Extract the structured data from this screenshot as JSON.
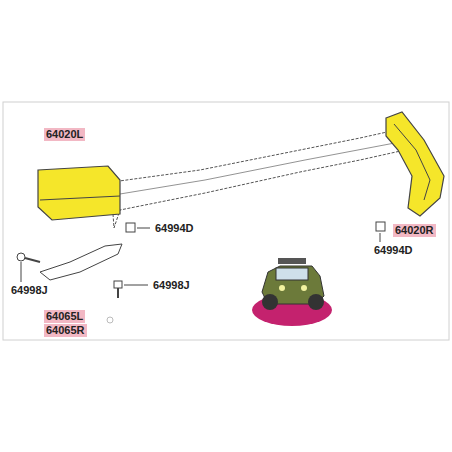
{
  "diagram": {
    "labels": [
      "64020L",
      "64994D",
      "64998J",
      "64998J",
      "64065L",
      "64065R",
      "64020R",
      "64994D"
    ]
  }
}
